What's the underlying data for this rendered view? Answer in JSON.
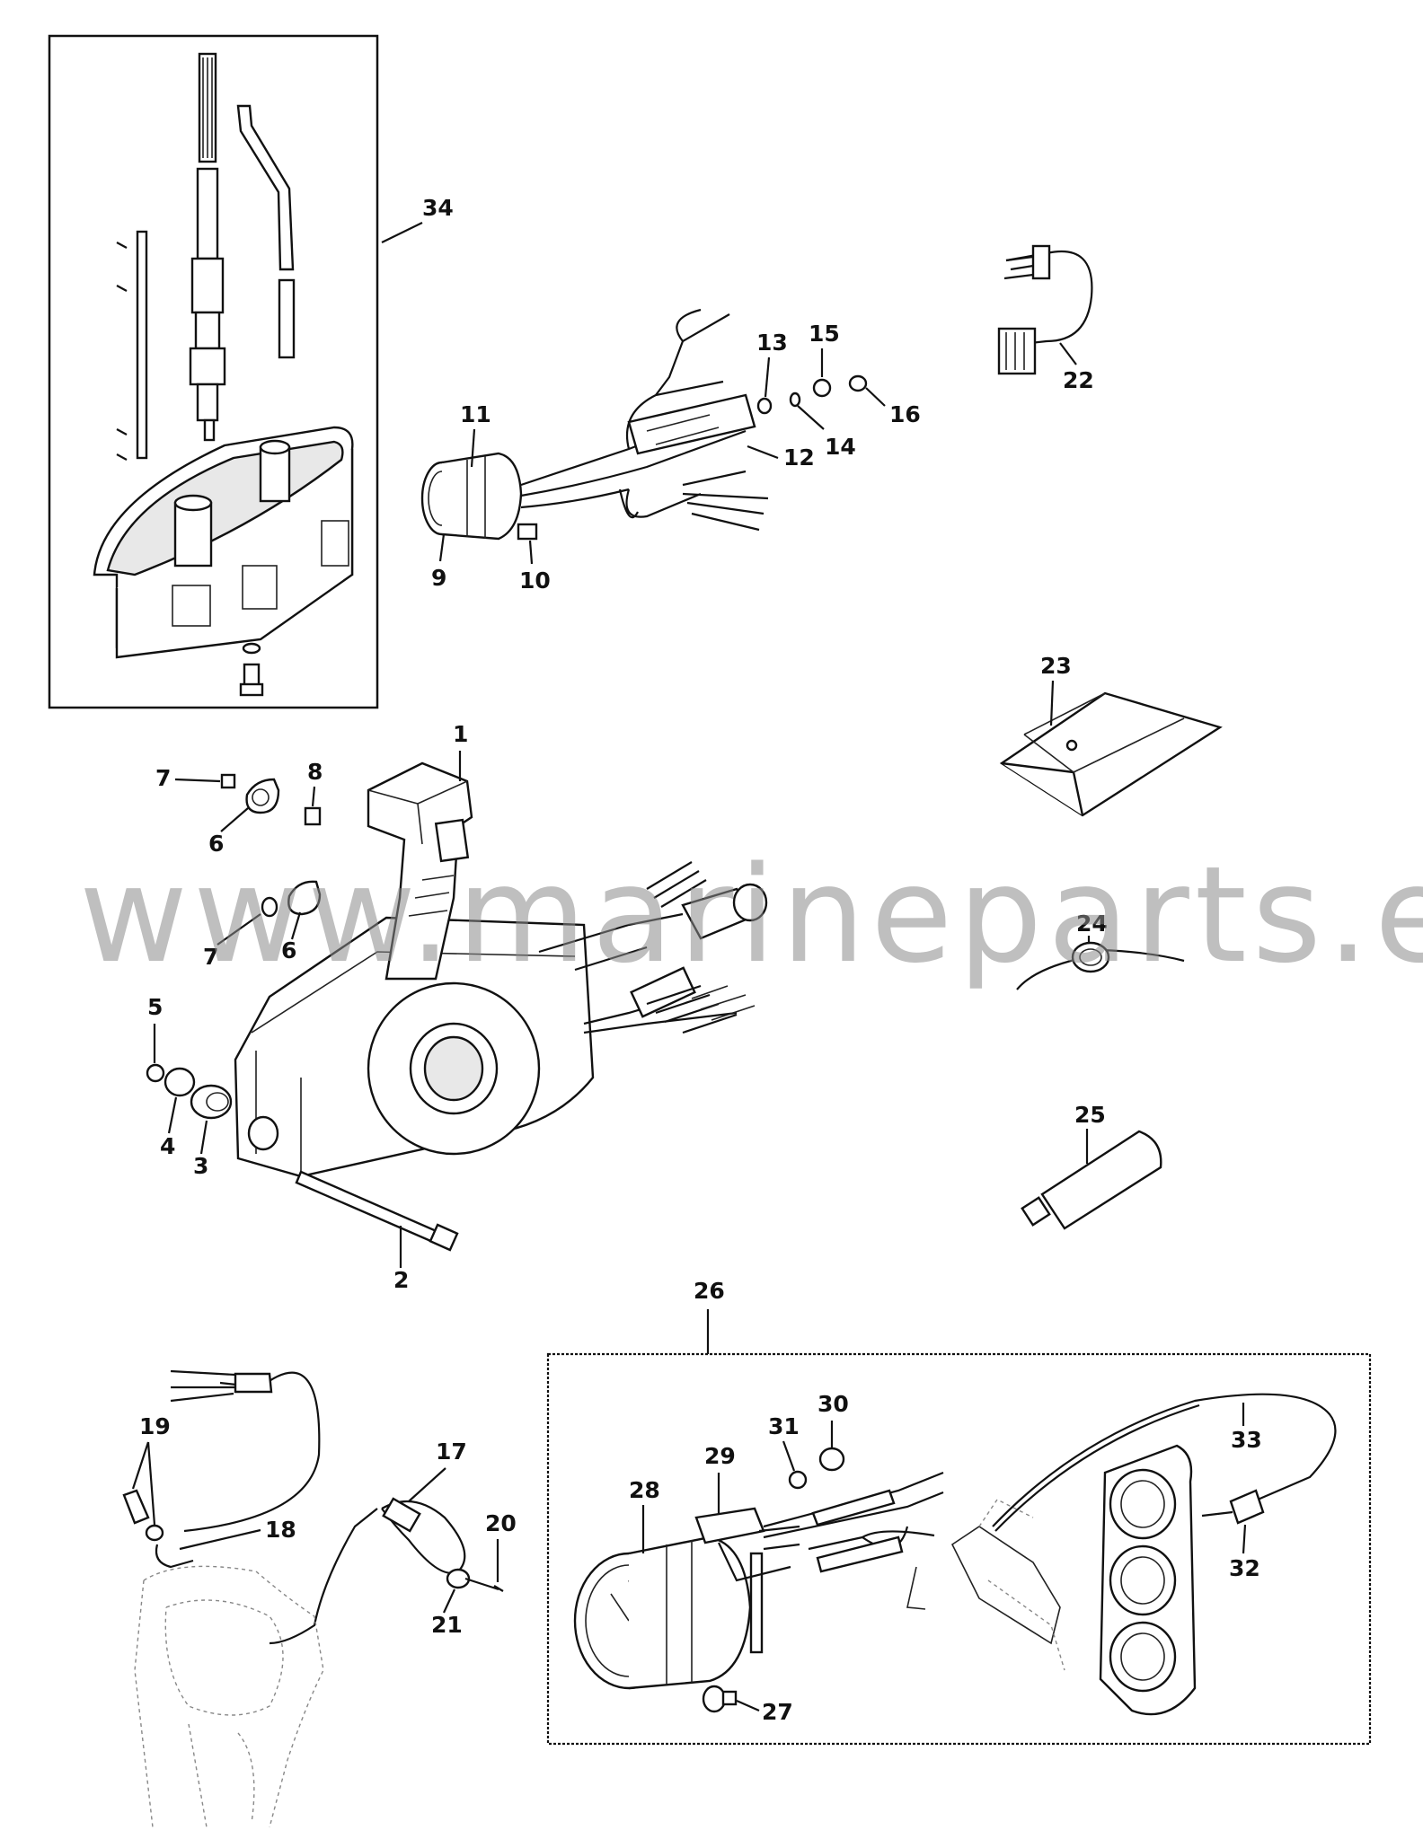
{
  "watermark": "www.marineparts.eu",
  "labels": {
    "l1": "1",
    "l2": "2",
    "l3": "3",
    "l4": "4",
    "l5": "5",
    "l6a": "6",
    "l6b": "6",
    "l7a": "7",
    "l7b": "7",
    "l8": "8",
    "l9": "9",
    "l10": "10",
    "l11": "11",
    "l12": "12",
    "l13": "13",
    "l14": "14",
    "l15": "15",
    "l16": "16",
    "l17": "17",
    "l18": "18",
    "l19": "19",
    "l20": "20",
    "l21": "21",
    "l22": "22",
    "l23": "23",
    "l24": "24",
    "l25": "25",
    "l26": "26",
    "l27": "27",
    "l28": "28",
    "l29": "29",
    "l30": "30",
    "l31": "31",
    "l32": "32",
    "l33": "33",
    "l34": "34"
  }
}
